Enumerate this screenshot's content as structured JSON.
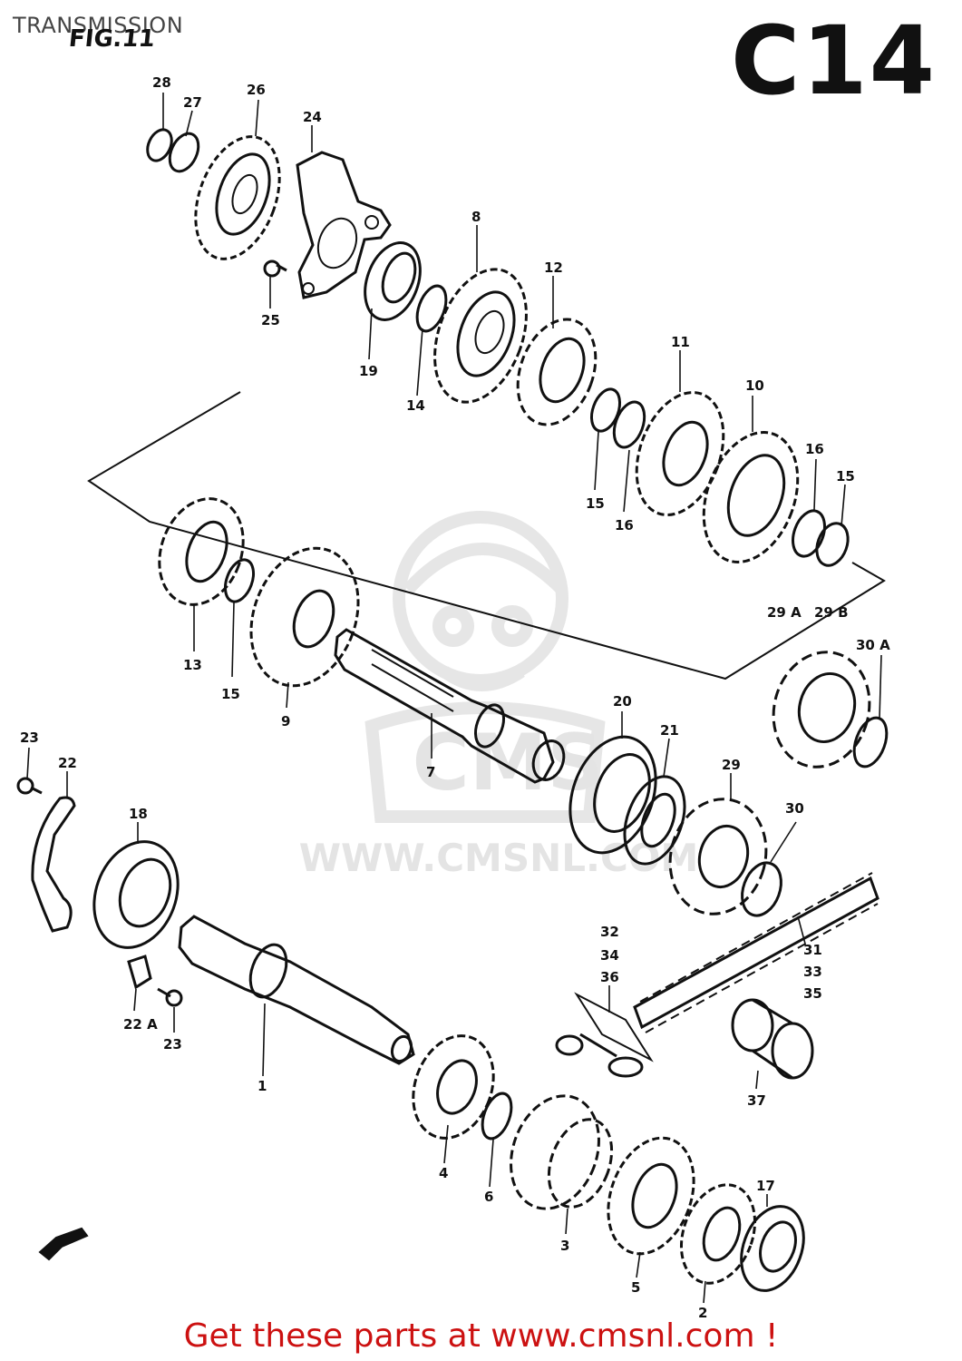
{
  "header": {
    "title": "TRANSMISSION",
    "figure": "FIG.11",
    "section_code": "C14"
  },
  "watermark": {
    "text": "WWW.CMSNL.COM",
    "logo_text": "CMS"
  },
  "footer": {
    "text": "Get these parts at www.cmsnl.com !"
  },
  "part_labels": [
    "1",
    "2",
    "3",
    "4",
    "5",
    "6",
    "7",
    "8",
    "9",
    "10",
    "11",
    "12",
    "13",
    "14",
    "15",
    "15",
    "15",
    "15",
    "16",
    "16",
    "16",
    "17",
    "18",
    "19",
    "20",
    "21",
    "22",
    "22 A",
    "23",
    "23",
    "24",
    "25",
    "26",
    "27",
    "28",
    "29",
    "29 A",
    "29 B",
    "30",
    "30 A",
    "31",
    "33",
    "35",
    "32",
    "34",
    "36",
    "37"
  ],
  "colors": {
    "ink": "#111111",
    "title_gray": "#444444",
    "footer_red": "#cc1111",
    "watermark_gray": "#e4e4e4"
  }
}
